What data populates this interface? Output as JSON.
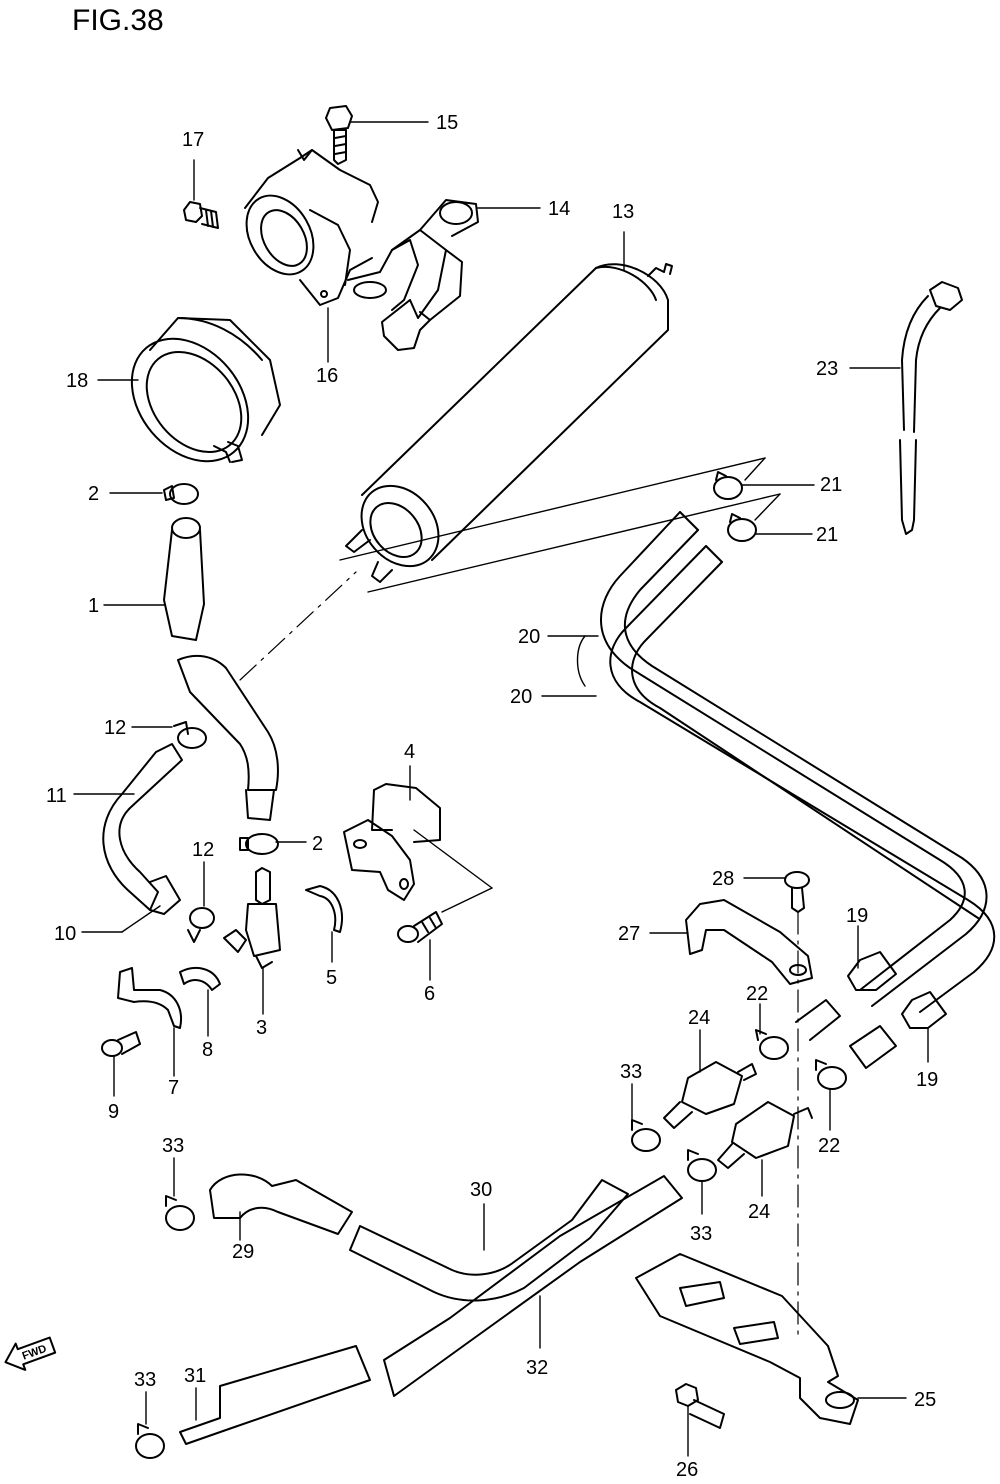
{
  "figure_title": "FIG.38",
  "fwd_label": "FWD",
  "callouts": {
    "c1": "1",
    "c2a": "2",
    "c2b": "2",
    "c3": "3",
    "c4": "4",
    "c5": "5",
    "c6": "6",
    "c7": "7",
    "c8": "8",
    "c9": "9",
    "c10": "10",
    "c11": "11",
    "c12a": "12",
    "c12b": "12",
    "c13": "13",
    "c14": "14",
    "c15": "15",
    "c16": "16",
    "c17": "17",
    "c18": "18",
    "c19a": "19",
    "c19b": "19",
    "c20a": "20",
    "c20b": "20",
    "c21a": "21",
    "c21b": "21",
    "c22a": "22",
    "c22b": "22",
    "c23": "23",
    "c24a": "24",
    "c24b": "24",
    "c25": "25",
    "c26": "26",
    "c27": "27",
    "c28": "28",
    "c29": "29",
    "c30": "30",
    "c31": "31",
    "c32": "32",
    "c33a": "33",
    "c33b": "33",
    "c33c": "33",
    "c33d": "33"
  }
}
